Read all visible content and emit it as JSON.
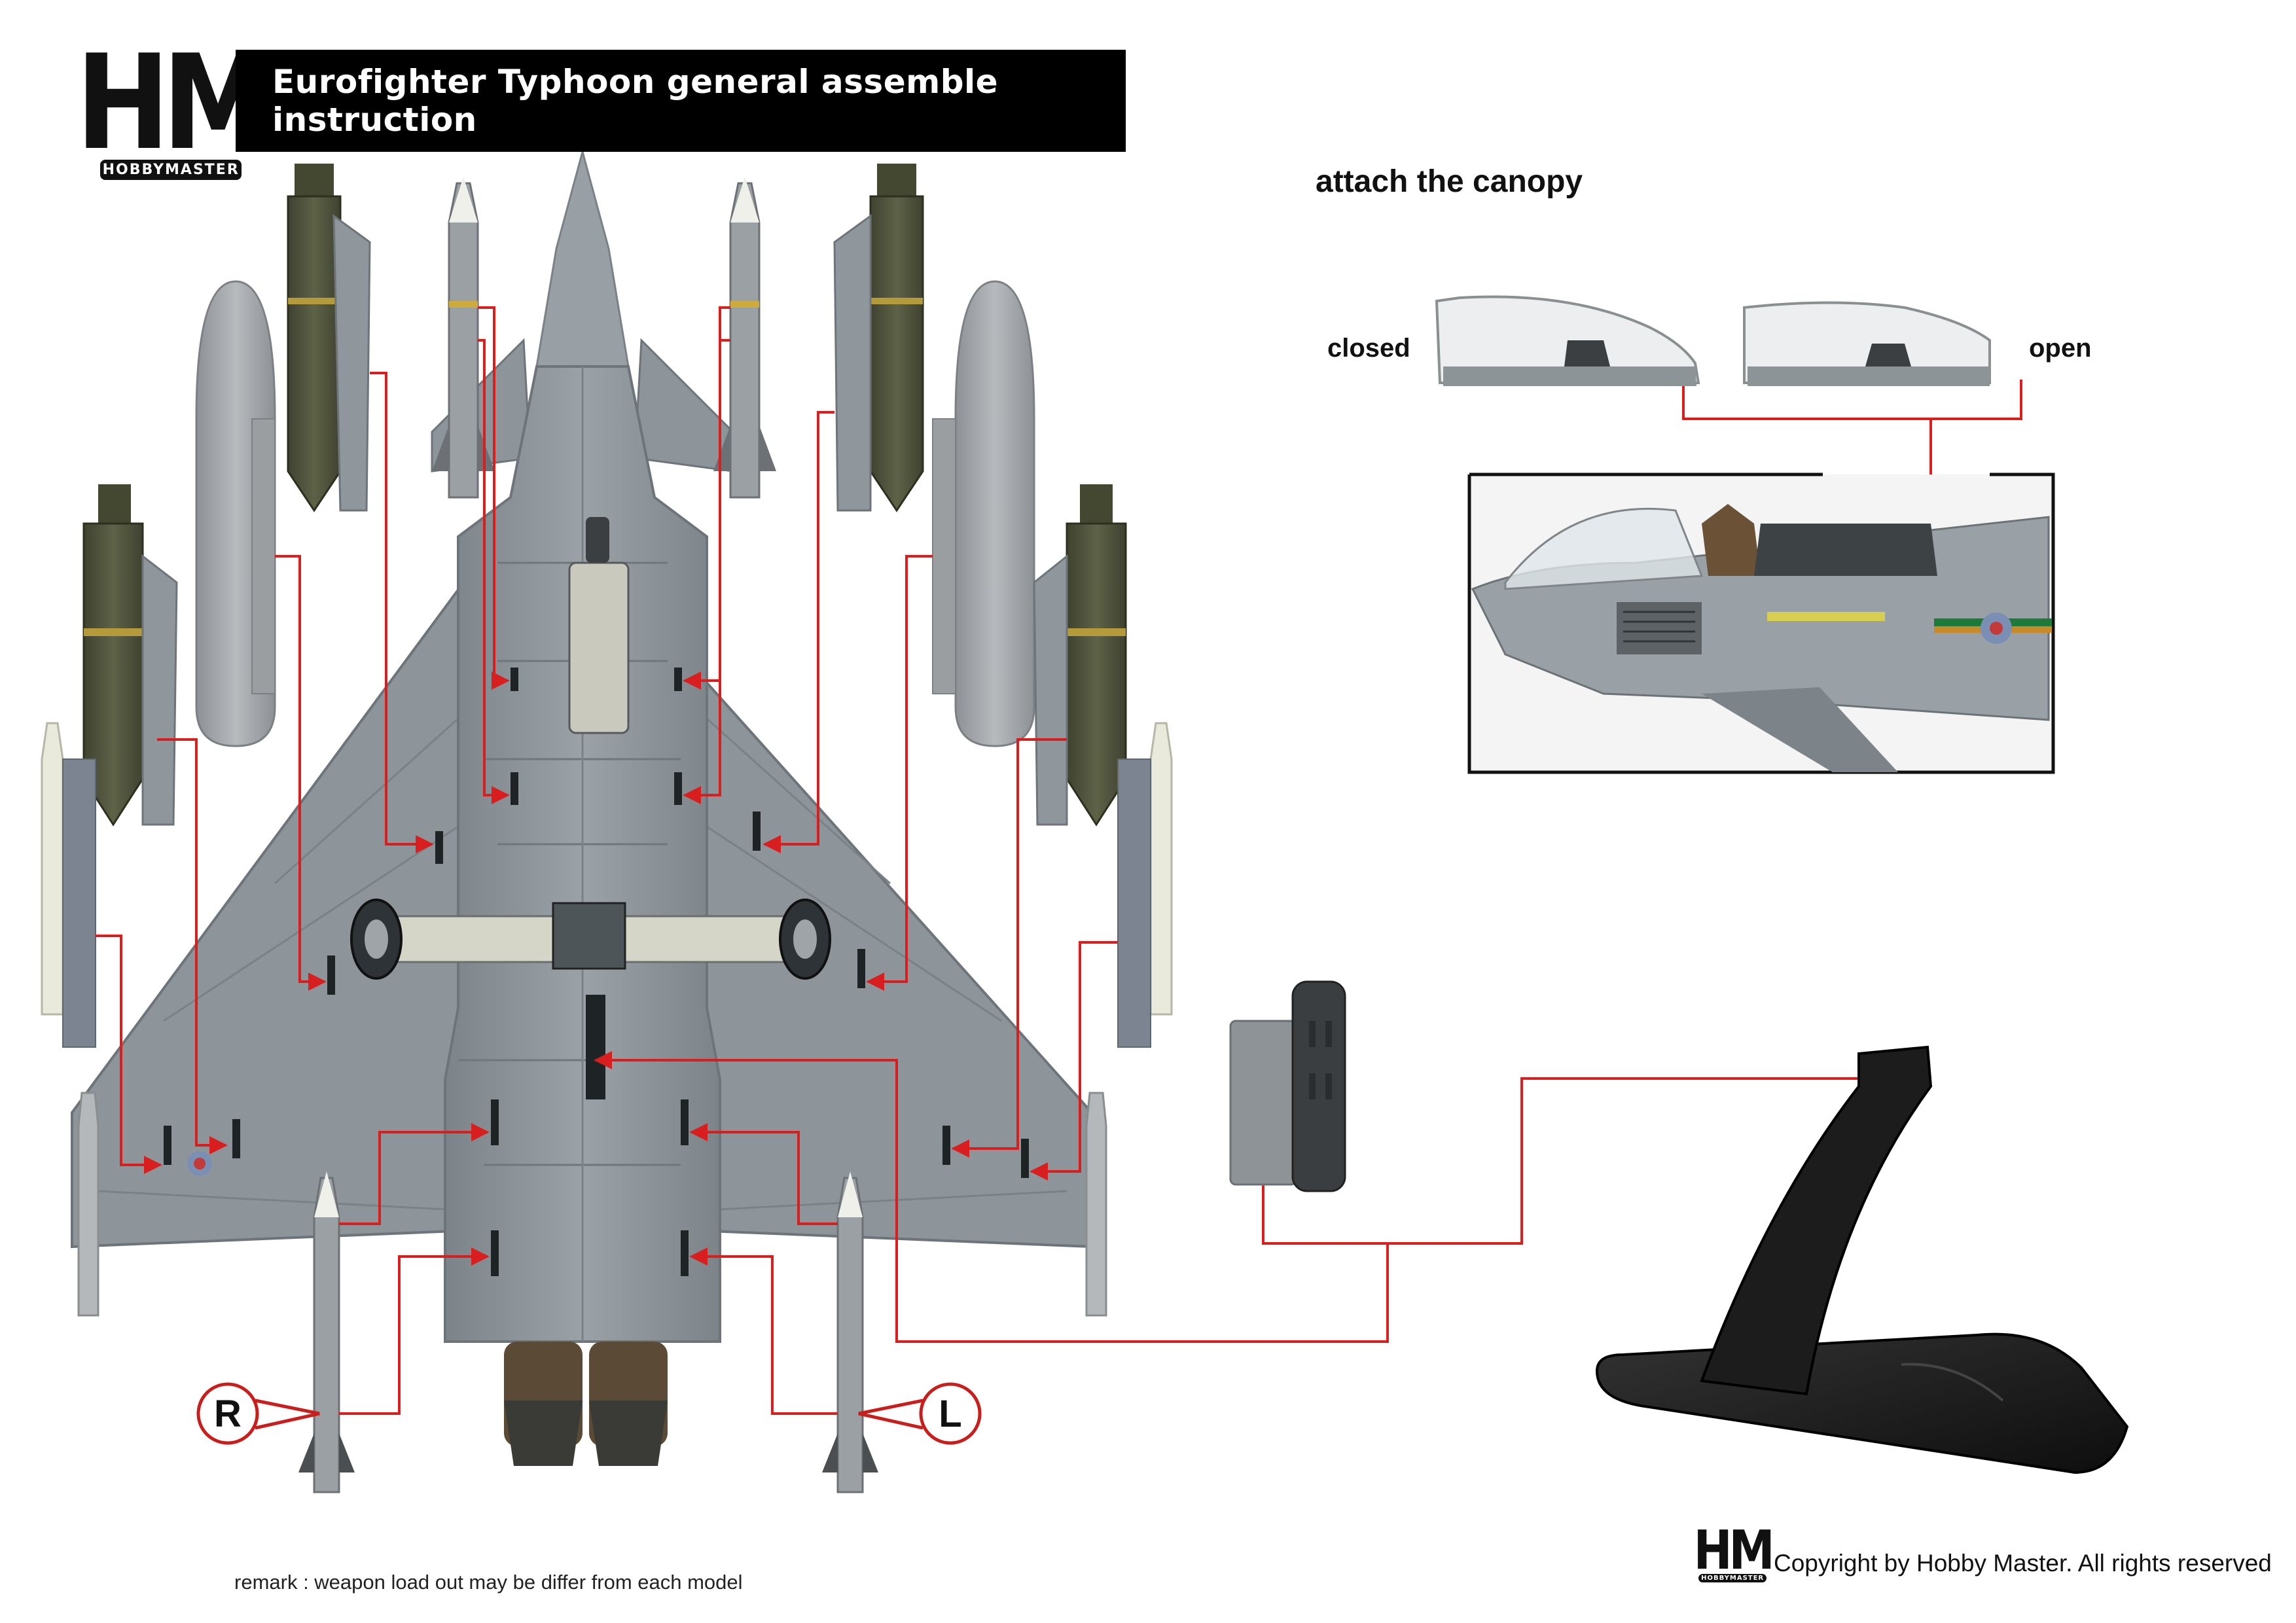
{
  "header": {
    "logo_letters": "HM",
    "logo_caption": "HOBBYMASTER",
    "title": "Eurofighter Typhoon general assemble instruction"
  },
  "canopy_section": {
    "heading": "attach the canopy",
    "closed_label": "closed",
    "open_label": "open"
  },
  "side_markers": {
    "right": "R",
    "left": "L"
  },
  "footer": {
    "remark": "remark : weapon load out may be differ from each model",
    "logo_letters": "HM",
    "logo_caption": "HOBBYMASTER",
    "copyright": "Copyright by Hobby Master. All rights reserved"
  },
  "colors": {
    "airframe_gray": "#8f979d",
    "airframe_dark": "#6f777d",
    "weapon_olive": "#545840",
    "tank_gray": "#a6aaad",
    "missile_white": "#e9e9dc",
    "leader_red": "#d81e1e",
    "stand_black": "#1c1c1c",
    "roundel_red": "#c23a3a",
    "roundel_blue": "#7b8fb5"
  }
}
